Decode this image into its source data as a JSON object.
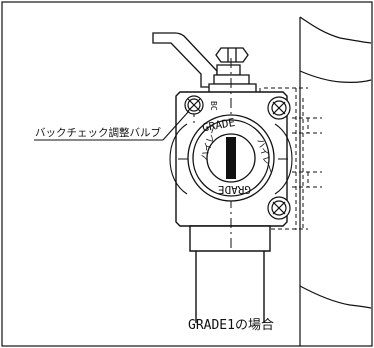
{
  "diagram": {
    "callout_label": "バックチェック調整バルブ",
    "caption": "GRADE1の場合",
    "dial_top_text": "GRADE",
    "dial_left_text": "ハイレー",
    "dial_right_text": "ハイレー",
    "dial_bottom_text": "GRADE",
    "small_marks": "BC"
  },
  "colors": {
    "line": "#111111",
    "paper": "#ffffff",
    "slot": "#111111"
  }
}
